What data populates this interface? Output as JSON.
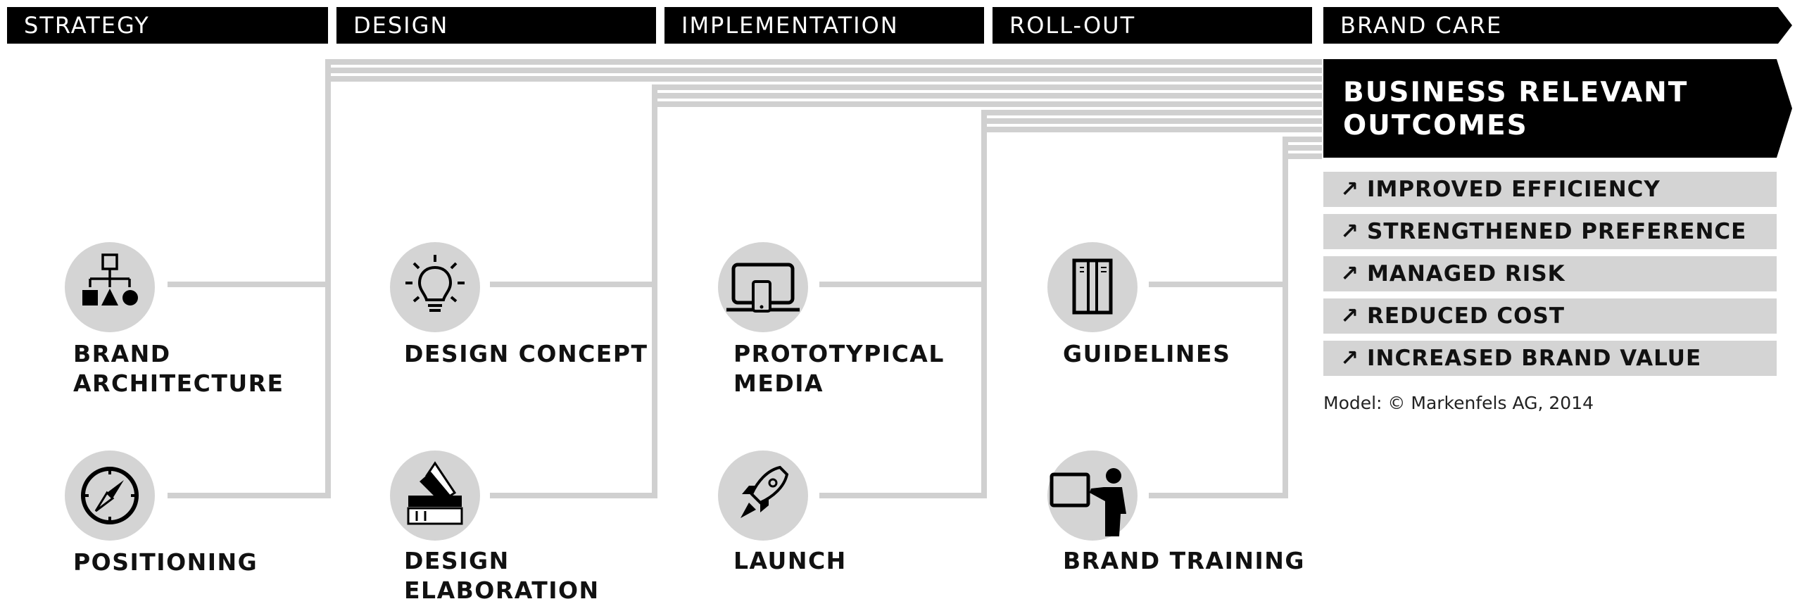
{
  "phases": [
    "STRATEGY",
    "DESIGN",
    "IMPLEMENTATION",
    "ROLL-OUT",
    "BRAND CARE"
  ],
  "items": {
    "brand_architecture": "BRAND\nARCHITECTURE",
    "positioning": "POSITIONING",
    "design_concept": "DESIGN CONCEPT",
    "design_elaboration": "DESIGN\nELABORATION",
    "prototypical_media": "PROTOTYPICAL\nMEDIA",
    "launch": "LAUNCH",
    "guidelines": "GUIDELINES",
    "brand_training": "BRAND TRAINING"
  },
  "icons": {
    "brand_architecture": "hierarchy-icon",
    "positioning": "compass-icon",
    "design_concept": "lightbulb-icon",
    "design_elaboration": "color-swatch-icon",
    "prototypical_media": "devices-icon",
    "launch": "rocket-icon",
    "guidelines": "manual-icon",
    "brand_training": "presenter-icon"
  },
  "outcomes": {
    "title": "BUSINESS RELEVANT\nOUTCOMES",
    "arrow": "↗",
    "items": [
      "IMPROVED EFFICIENCY",
      "STRENGTHENED PREFERENCE",
      "MANAGED RISK",
      "REDUCED COST",
      "INCREASED BRAND VALUE"
    ]
  },
  "credit": "Model: © Markenfels AG, 2014",
  "colors": {
    "bar": "#000000",
    "circle": "#d4d4d4",
    "line": "#d0d0d0",
    "outcome_item": "#d4d4d4"
  }
}
